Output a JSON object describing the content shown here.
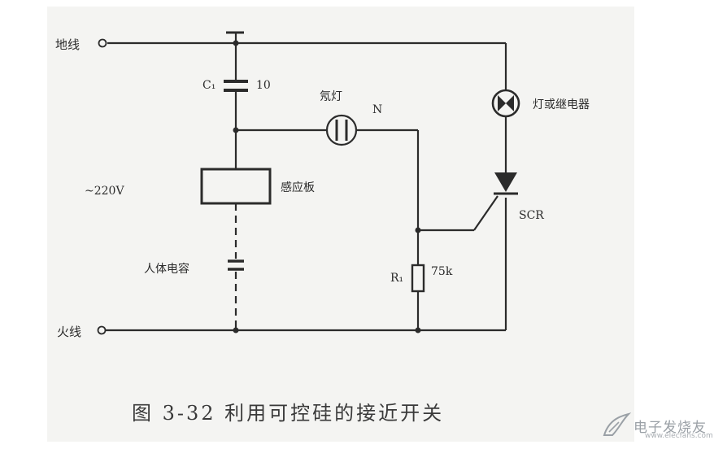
{
  "labels": {
    "ground_line": "地线",
    "capacitor_name": "C₁",
    "capacitor_value": "10",
    "neon_lamp": "氖灯",
    "neon_symbol": "N",
    "lamp_relay": "灯或继电器",
    "voltage": "~220V",
    "sensor_plate": "感应板",
    "scr": "SCR",
    "body_capacitance": "人体电容",
    "resistor_name": "R₁",
    "resistor_value": "75k",
    "live_line": "火线"
  },
  "caption": "图 3-32   利用可控硅的接近开关",
  "watermark": {
    "text": "电子发烧友",
    "url": "www.elecfans.com"
  },
  "colors": {
    "ink": "#2b2b2b",
    "panel": "#f4f4f2",
    "watermark": "#9aa0a6"
  }
}
